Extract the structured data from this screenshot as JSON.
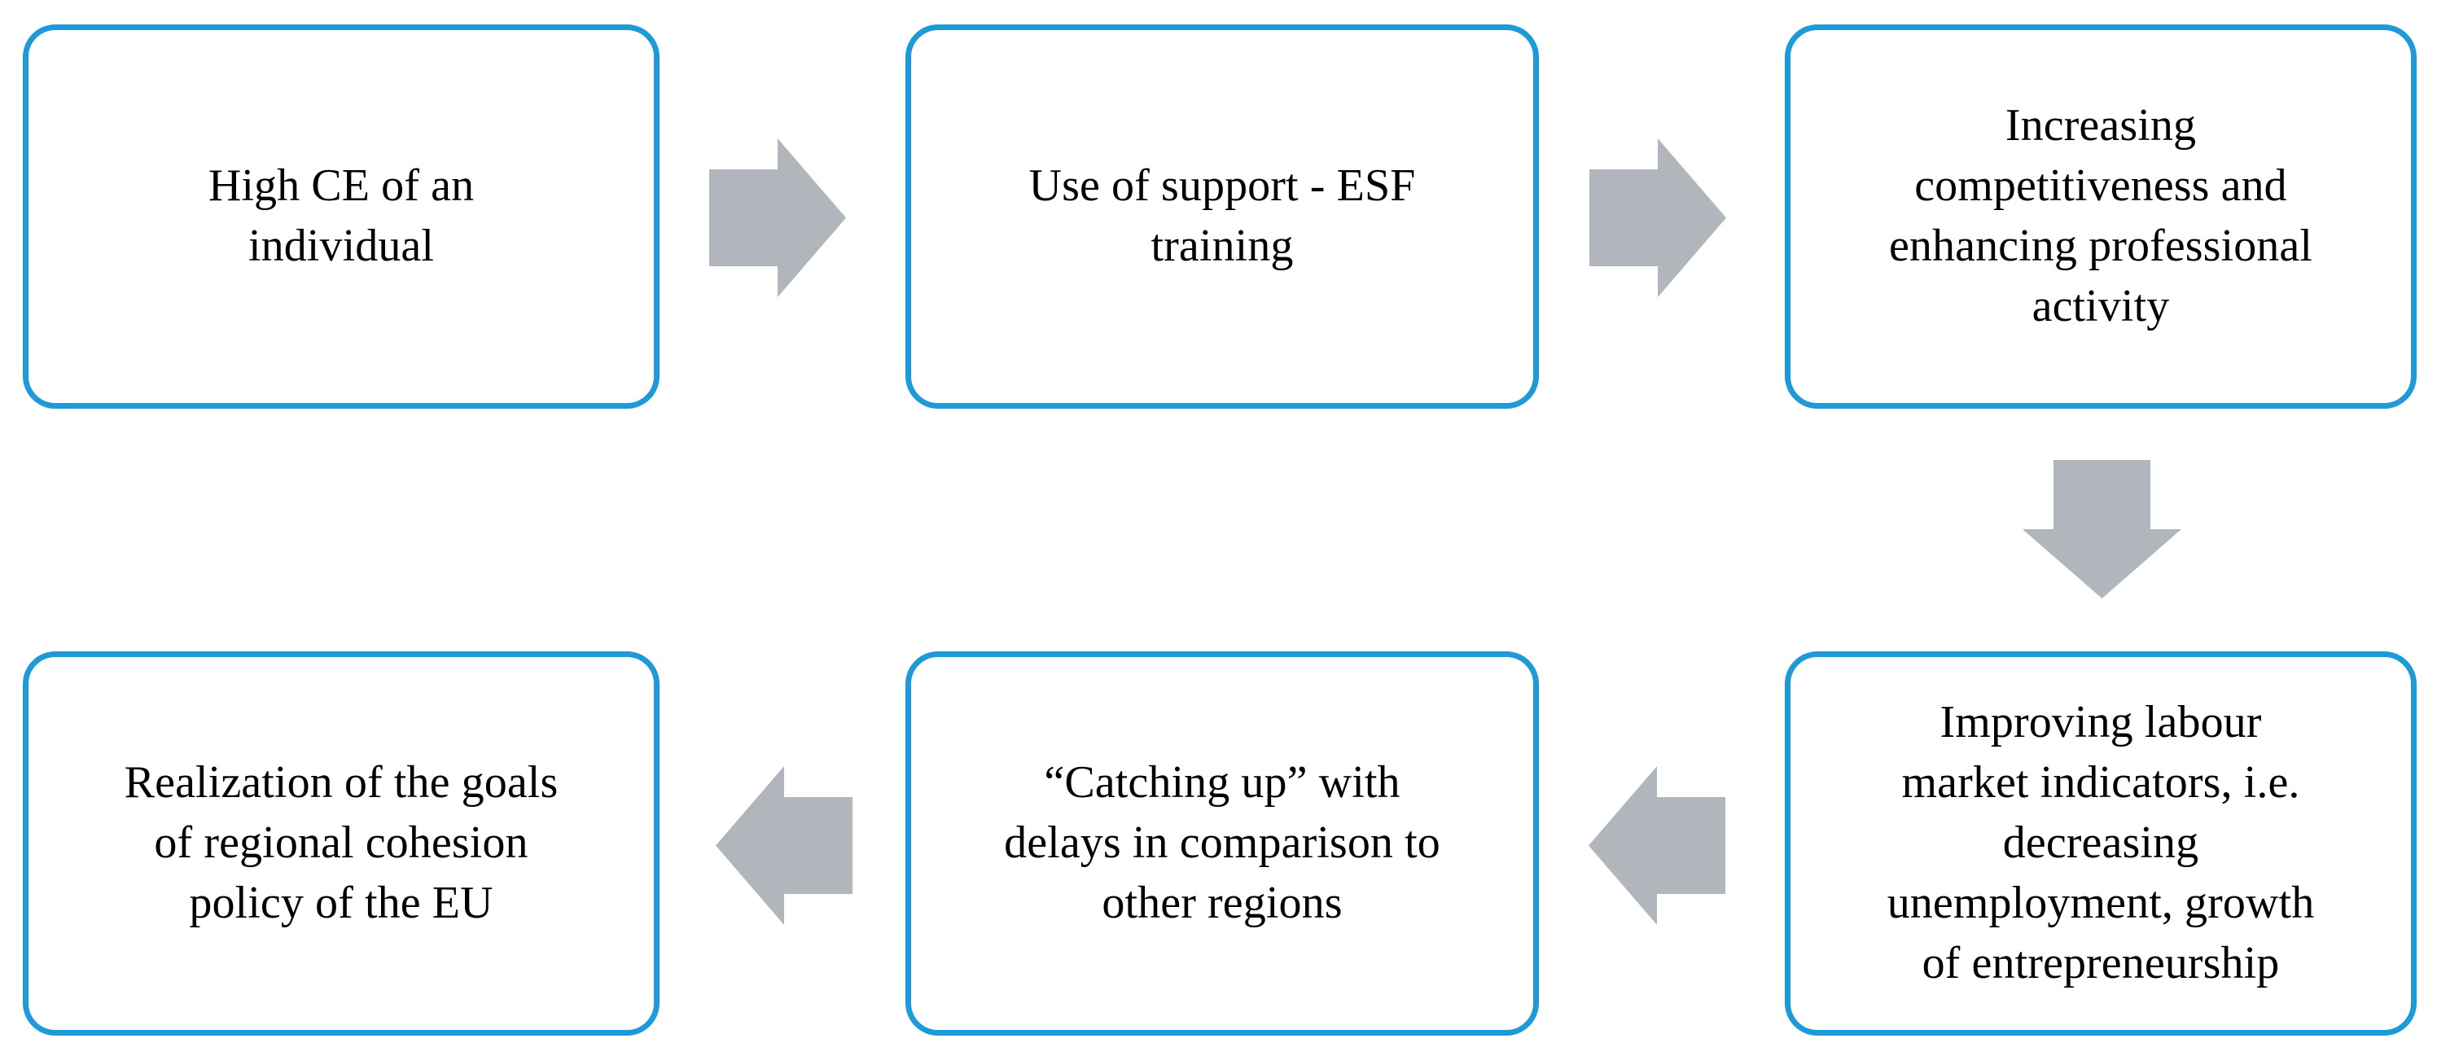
{
  "diagram": {
    "type": "flowchart",
    "title": "",
    "colors": {
      "node_border": "#1D9AD7",
      "node_fill": "#FFFFFF",
      "arrow_fill": "#B1B5BC",
      "text": "#000000",
      "background": "#FFFFFF"
    },
    "nodes": [
      {
        "id": "high-ce",
        "label": "High CE of an\nindividual",
        "row": "top",
        "col": 1
      },
      {
        "id": "use-of-support",
        "label": "Use of support - ESF\ntraining",
        "row": "top",
        "col": 2
      },
      {
        "id": "increasing",
        "label": "Increasing\ncompetitiveness and\nenhancing professional\nactivity",
        "row": "top",
        "col": 3
      },
      {
        "id": "realization",
        "label": "Realization of the goals\nof regional cohesion\npolicy of the EU",
        "row": "bottom",
        "col": 1
      },
      {
        "id": "catching-up",
        "label": "“Catching up” with\ndelays in comparison to\nother regions",
        "row": "bottom",
        "col": 2
      },
      {
        "id": "improving",
        "label": "Improving labour\nmarket indicators, i.e.\ndecreasing\nunemployment, growth\nof entrepreneurship",
        "row": "bottom",
        "col": 3
      }
    ],
    "arrows": [
      {
        "id": "arrow-1",
        "direction": "right",
        "from": "high-ce",
        "to": "use-of-support"
      },
      {
        "id": "arrow-2",
        "direction": "right",
        "from": "use-of-support",
        "to": "increasing"
      },
      {
        "id": "arrow-3",
        "direction": "down",
        "from": "increasing",
        "to": "improving"
      },
      {
        "id": "arrow-4",
        "direction": "left",
        "from": "improving",
        "to": "catching-up"
      },
      {
        "id": "arrow-5",
        "direction": "left",
        "from": "catching-up",
        "to": "realization"
      }
    ]
  }
}
